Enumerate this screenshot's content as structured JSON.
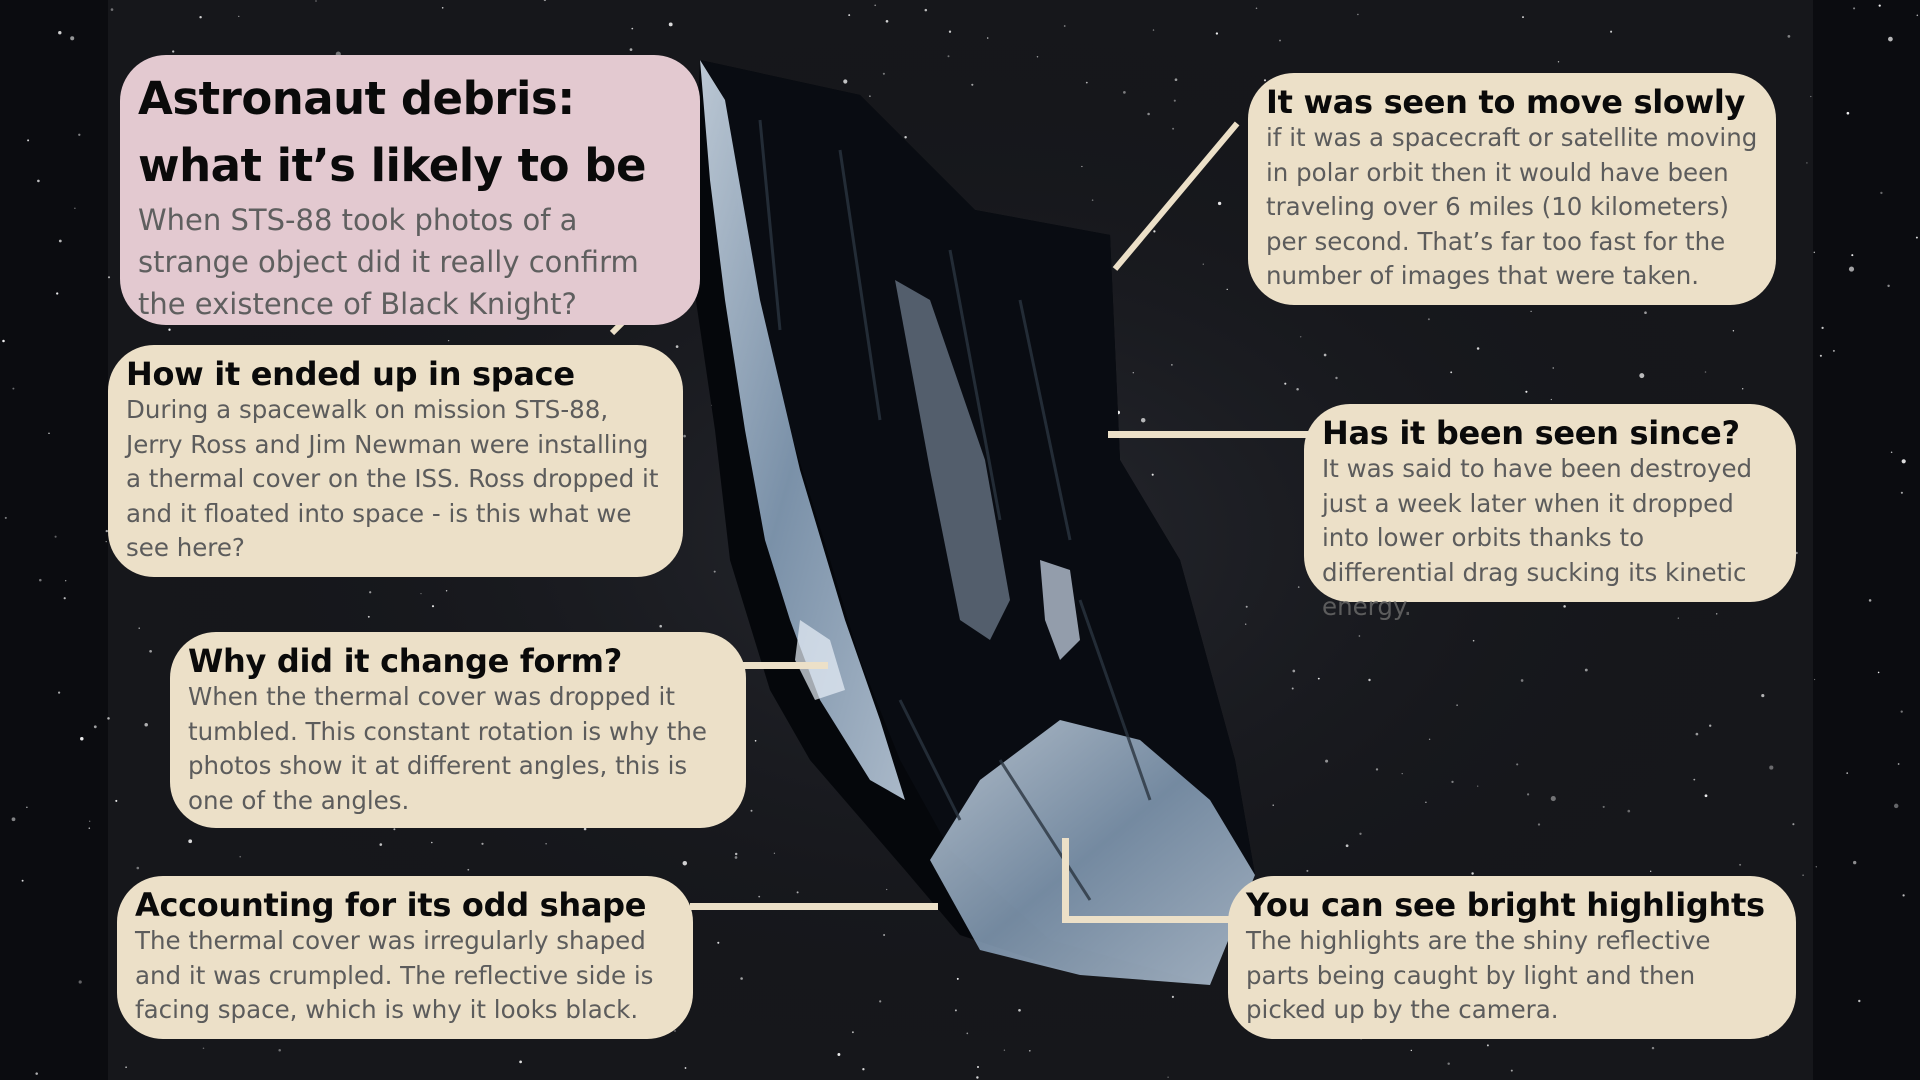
{
  "title_card": {
    "title": "Astronaut debris: what it’s likely to be",
    "subtitle": "When STS-88 took photos of a strange object did it really confirm the existence of Black Knight?"
  },
  "cards": {
    "ended_up": {
      "heading": "How it ended up in space",
      "body": "During a spacewalk on mission STS-88, Jerry Ross and Jim Newman were installing a thermal cover on the ISS. Ross dropped it and it floated into space - is this what we see here?"
    },
    "change_form": {
      "heading": "Why did it change form?",
      "body": "When the thermal cover was dropped it tumbled. This constant rotation is why the photos show it at different angles, this is one of the angles."
    },
    "odd_shape": {
      "heading": "Accounting for its odd shape",
      "body": "The thermal cover was irregularly shaped and it was crumpled. The reflective side is facing space, which is why it looks black."
    },
    "move_slowly": {
      "heading": "It was seen to move slowly",
      "body": "if it was a spacecraft or satellite moving in polar orbit then it would have been traveling over 6 miles (10 kilometers) per second. That’s far too fast for the number of images that were taken."
    },
    "seen_since": {
      "heading": "Has it been seen since?",
      "body": "It was said to have been destroyed just a week later when it dropped into lower orbits thanks to differential drag sucking its kinetic energy."
    },
    "highlights": {
      "heading": "You can see bright highlights",
      "body": "The highlights are the shiny reflective parts being caught by light and then picked up by the camera."
    }
  },
  "colors": {
    "card": "#ece0c8",
    "title_card": "#e3c9d0",
    "space": "#0b0c10",
    "object_dark": "#05070b",
    "object_reflection": "#b8cfe6"
  }
}
